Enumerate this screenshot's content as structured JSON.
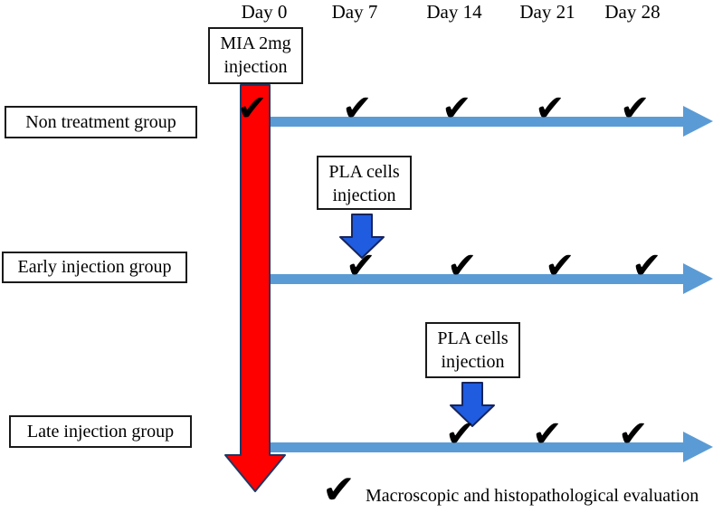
{
  "days": [
    "Day 0",
    "Day 7",
    "Day 14",
    "Day 21",
    "Day 28"
  ],
  "events": {
    "mia": {
      "line1": "MIA 2mg",
      "line2": "injection",
      "day": "Day 0"
    },
    "pla_early": {
      "line1": "PLA cells",
      "line2": "injection",
      "day": "Day 7"
    },
    "pla_late": {
      "line1": "PLA cells",
      "line2": "injection",
      "day": "Day 14"
    }
  },
  "groups": [
    {
      "label": "Non treatment group",
      "evaluation_days": [
        "Day 0",
        "Day 7",
        "Day 14",
        "Day 21",
        "Day 28"
      ]
    },
    {
      "label": "Early injection group",
      "evaluation_days": [
        "Day 7",
        "Day 14",
        "Day 21",
        "Day 28"
      ]
    },
    {
      "label": "Late injection group",
      "evaluation_days": [
        "Day 14",
        "Day 21",
        "Day 28"
      ]
    }
  ],
  "legend": {
    "icon": "check",
    "text": "Macroscopic and histopathological evaluation"
  },
  "icons": {
    "check": "✔"
  },
  "colors": {
    "timeline": "#5b9bd5",
    "mia_arrow": "#ff0000",
    "pla_arrow": "#1f5ce0",
    "arrow_outline": "#1f3864",
    "text": "#000000",
    "background": "#ffffff"
  }
}
